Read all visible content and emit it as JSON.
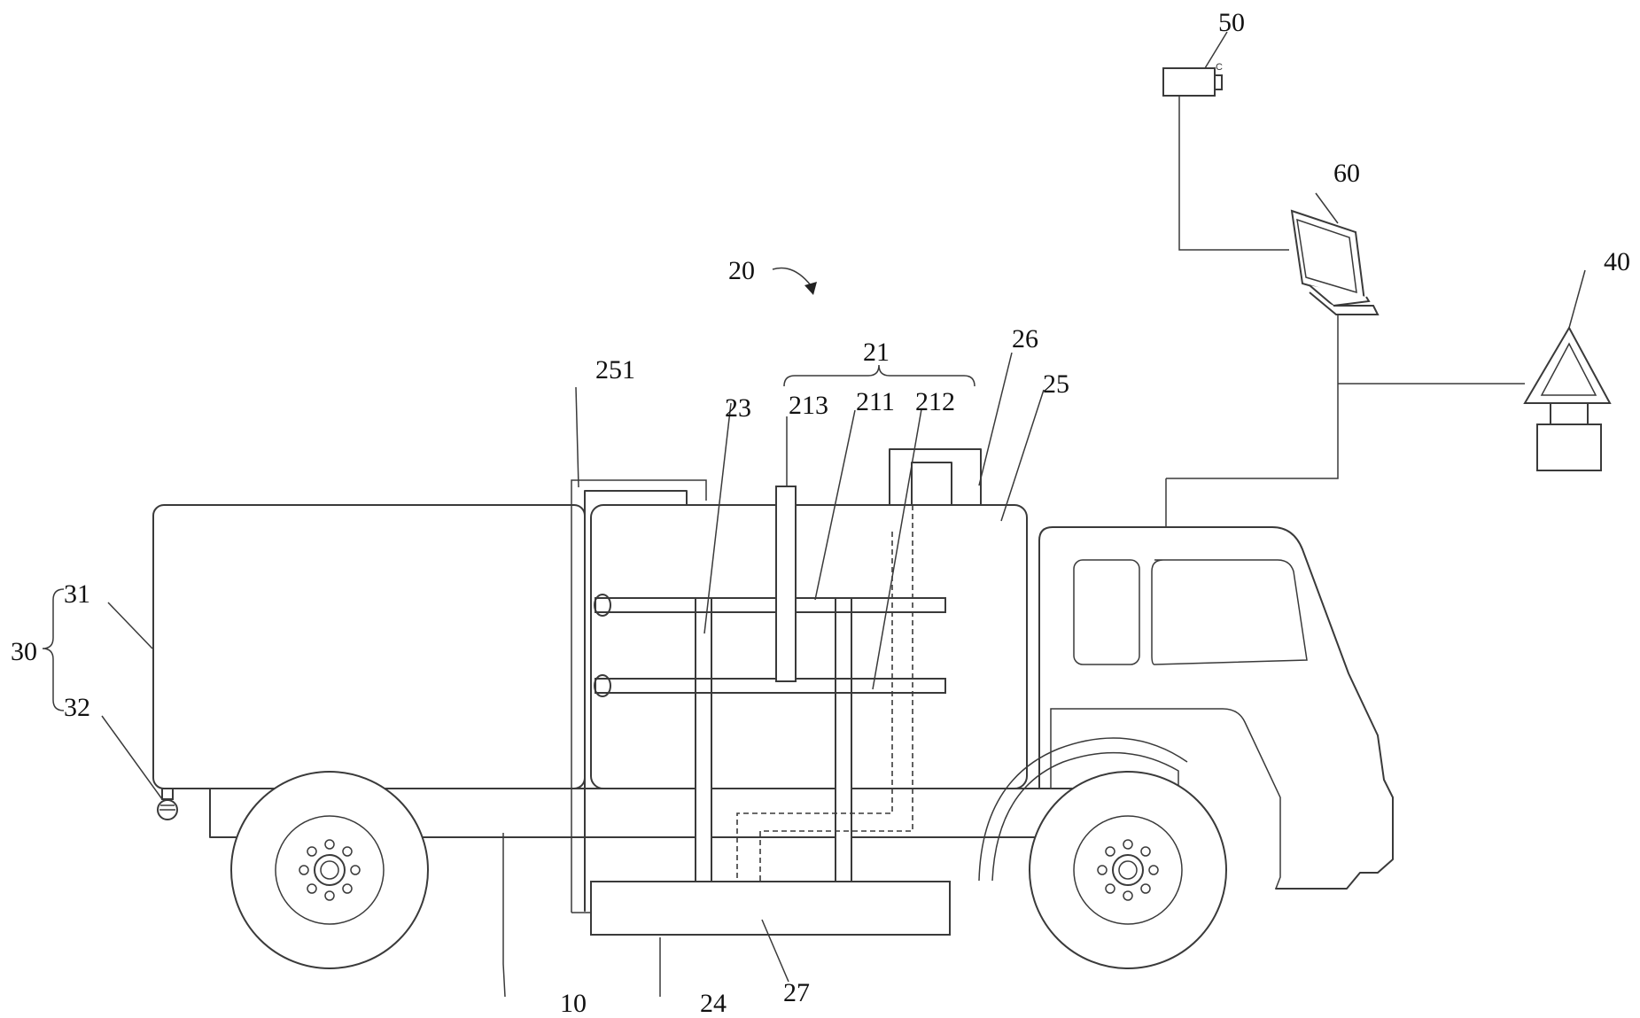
{
  "labels": {
    "l10": "10",
    "l20": "20",
    "l21": "21",
    "l211": "211",
    "l212": "212",
    "l213": "213",
    "l23": "23",
    "l24": "24",
    "l25": "25",
    "l251": "251",
    "l26": "26",
    "l27": "27",
    "l30": "30",
    "l31": "31",
    "l32": "32",
    "l40": "40",
    "l50": "50",
    "l60": "60"
  },
  "camera_mark": "C"
}
